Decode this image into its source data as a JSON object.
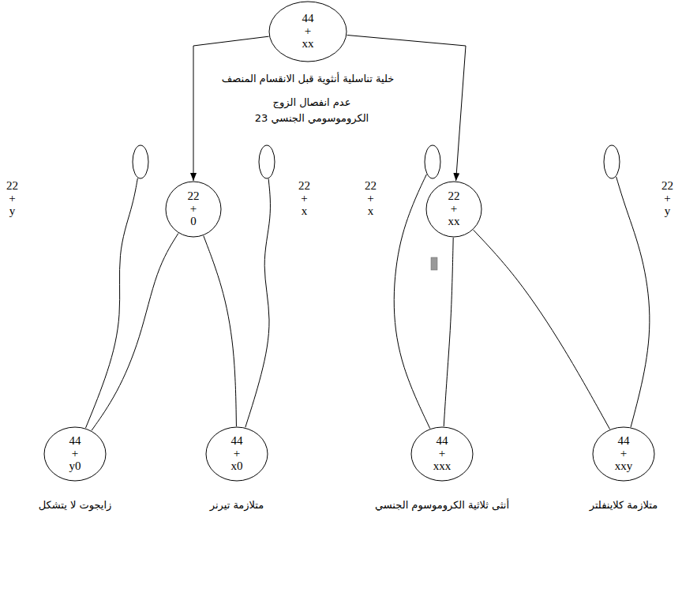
{
  "diagram": {
    "nodes": [
      {
        "text": [
          "44 + xx"
        ]
      },
      {
        "text": [
          "22 + y"
        ]
      },
      {
        "text": [
          "22 + 0"
        ]
      },
      {
        "text": [
          "22 + x"
        ]
      },
      {
        "text": [
          "22 + x"
        ]
      },
      {
        "text": [
          "22 + xx"
        ]
      },
      {
        "text": [
          "22 + y"
        ]
      },
      {
        "text": [
          "44 + y0"
        ]
      },
      {
        "text": [
          "44 + x0"
        ]
      },
      {
        "text": [
          "44 + xxx"
        ]
      },
      {
        "text": [
          "44 + xxy"
        ]
      }
    ],
    "edges": [
      {
        "from": 0,
        "to": 2,
        "arrow": "to"
      },
      {
        "from": 0,
        "to": 5,
        "arrow": "to"
      },
      {
        "from": 1,
        "to": 7,
        "arrow": "none"
      },
      {
        "from": 2,
        "to": 7,
        "arrow": "none"
      },
      {
        "from": 2,
        "to": 8,
        "arrow": "none"
      },
      {
        "from": 3,
        "to": 8,
        "arrow": "none"
      },
      {
        "from": 4,
        "to": 9,
        "arrow": "none"
      },
      {
        "from": 5,
        "to": 9,
        "arrow": "none"
      },
      {
        "from": 5,
        "to": 10,
        "arrow": "none"
      },
      {
        "from": 6,
        "to": 10,
        "arrow": "none"
      }
    ],
    "labels": [
      "خلية تناسلية أنثوية قبل الانقسام المنصف",
      "عدم انفصال الزوج الكروموسومي الجنسي 23",
      "زايجوت لا يتشكل",
      "متلازمة تيرنر",
      "أنثى ثلاثية الكروموسوم الجنسي",
      "متلازمة كلاينفلتر"
    ]
  }
}
